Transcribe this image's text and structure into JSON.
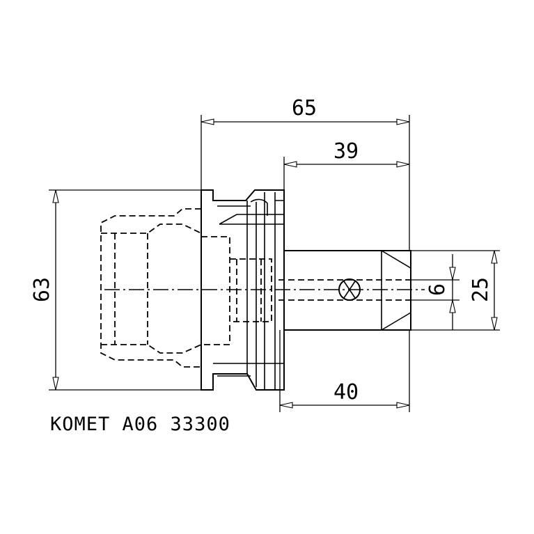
{
  "drawing": {
    "caption": "KOMET A06 33300",
    "dimensions": {
      "overall_length": "65",
      "shank_length_top": "39",
      "shank_length_bottom": "40",
      "flange_diameter": "63",
      "bore_diameter": "6",
      "shank_diameter": "25"
    }
  }
}
